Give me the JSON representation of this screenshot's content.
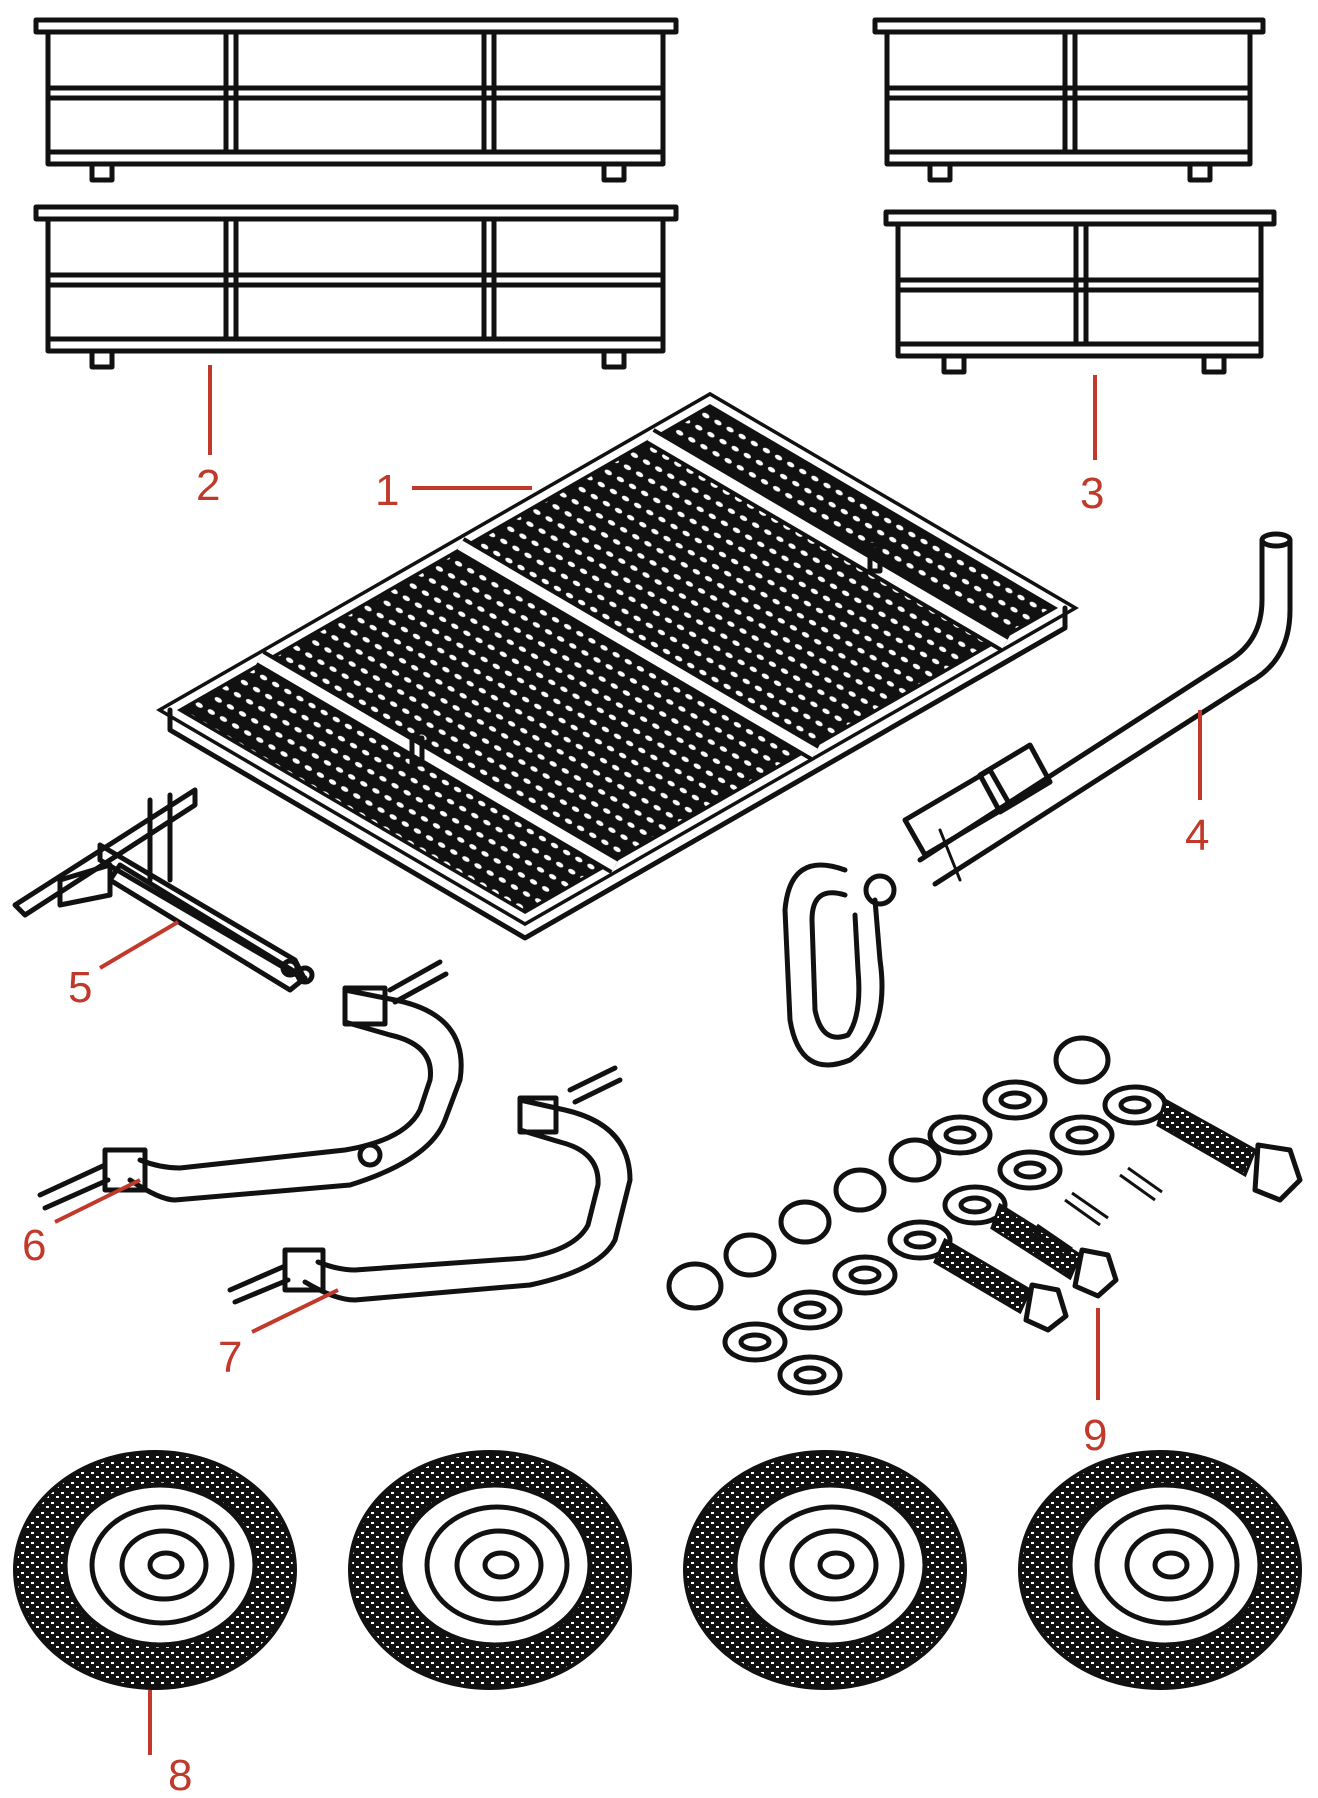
{
  "diagram": {
    "accent_color": "#c0392b",
    "line_color": "#111111",
    "callouts": [
      {
        "id": "1",
        "label": "1",
        "part": "deck-panel"
      },
      {
        "id": "2",
        "label": "2",
        "part": "long-side-rail-pair"
      },
      {
        "id": "3",
        "label": "3",
        "part": "short-end-rail-pair"
      },
      {
        "id": "4",
        "label": "4",
        "part": "pull-handle"
      },
      {
        "id": "5",
        "label": "5",
        "part": "front-mount-bracket"
      },
      {
        "id": "6",
        "label": "6",
        "part": "front-axle"
      },
      {
        "id": "7",
        "label": "7",
        "part": "rear-axle"
      },
      {
        "id": "8",
        "label": "8",
        "part": "tire-set"
      },
      {
        "id": "9",
        "label": "9",
        "part": "hardware-kit"
      }
    ]
  }
}
